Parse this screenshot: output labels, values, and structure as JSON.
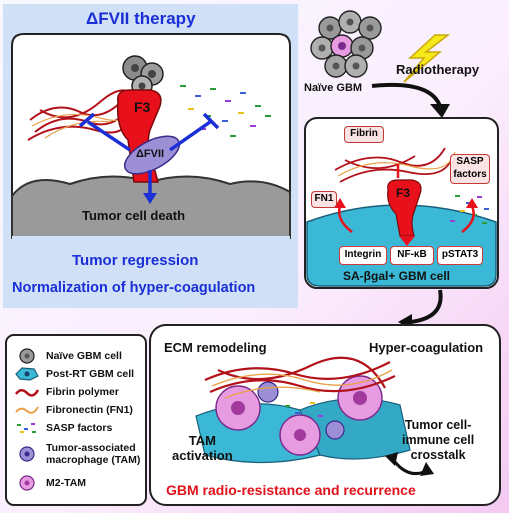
{
  "therapy_panel": {
    "title": "ΔFVII therapy",
    "f3_label": "F3",
    "dfvii_label": "ΔFVII",
    "death_label": "Tumor cell death",
    "outcome_1": "Tumor regression",
    "outcome_2": "Normalization of hyper-coagulation"
  },
  "radiotherapy": {
    "naive_label": "Naïve GBM",
    "treatment_label": "Radiotherapy"
  },
  "senescent_panel": {
    "fibrin": "Fibrin",
    "sasp": "SASP\nfactors",
    "fn1": "FN1",
    "f3": "F3",
    "signals": [
      "Integrin",
      "NF-κB",
      "pSTAT3"
    ],
    "cell_label": "SA-βgal+ GBM cell"
  },
  "outcome_panel": {
    "ecm": "ECM remodeling",
    "coag": "Hyper-coagulation",
    "tam": "TAM\nactivation",
    "crosstalk": "Tumor cell-\nimmune cell\ncrosstalk",
    "result": "GBM radio-resistance and recurrence"
  },
  "legend": [
    {
      "icon": "naive-gbm-cell-icon",
      "label": "Naïve GBM cell"
    },
    {
      "icon": "post-rt-gbm-cell-icon",
      "label": "Post-RT GBM cell"
    },
    {
      "icon": "fibrin-polymer-icon",
      "label": "Fibrin polymer"
    },
    {
      "icon": "fibronectin-icon",
      "label": "Fibronectin (FN1)"
    },
    {
      "icon": "sasp-factors-icon",
      "label": "SASP factors"
    },
    {
      "icon": "tam-icon",
      "label": "Tumor-associated\nmacrophage (TAM)"
    },
    {
      "icon": "m2-tam-icon",
      "label": "M2-TAM"
    }
  ],
  "colors": {
    "blue_text": "#1a2fd6",
    "red_text": "#e0121b",
    "f3_red": "#e8101a",
    "dfvii_purple": "#9c8fd6",
    "cell_teal": "#3bb8d6"
  }
}
